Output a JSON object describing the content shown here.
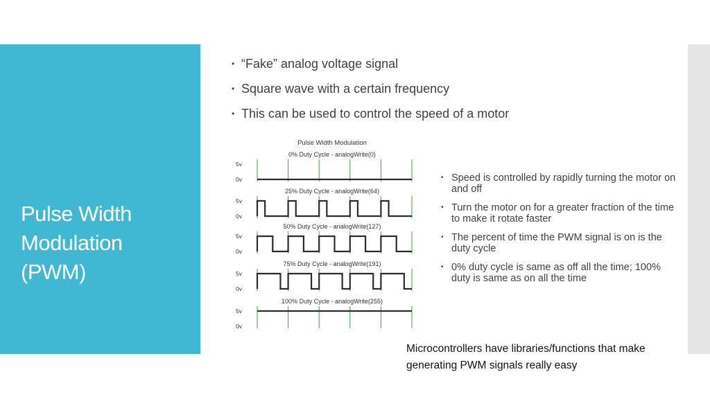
{
  "slide": {
    "title_lines": [
      "Pulse Width",
      "Modulation",
      "(PWM)"
    ],
    "bullets_top": [
      "“Fake” analog voltage signal",
      "Square wave with a certain frequency",
      "This can be used to control the speed of a motor"
    ],
    "bullets_right": [
      "Speed is controlled by rapidly turning the motor on and off",
      "Turn the motor on for a greater fraction of the time to make it rotate faster",
      "The percent of time the PWM signal is on is the duty cycle",
      "0% duty cycle is same as off all the time; 100% duty is same as on all the time"
    ],
    "footnote": "Microcontrollers have libraries/functions that make generating PWM signals really easy",
    "bullet_glyph": "•"
  },
  "colors": {
    "teal": "#40b8d3",
    "gray_strip": "#e5e5e5",
    "signal": "#2b2b2b",
    "period_marker": "#3aa53a"
  },
  "figure": {
    "title": "Pulse Width Modulation",
    "high_label": "5v",
    "low_label": "0v",
    "panels": [
      {
        "label": "0% Duty Cycle - analogWrite(0)",
        "duty": 0.0
      },
      {
        "label": "25% Duty Cycle - analogWrite(64)",
        "duty": 0.25
      },
      {
        "label": "50% Duty Cycle - analogWrite(127)",
        "duty": 0.5
      },
      {
        "label": "75% Duty Cycle - analogWrite(191)",
        "duty": 0.75
      },
      {
        "label": "100% Duty Cycle - analogWrite(255)",
        "duty": 1.0
      }
    ]
  }
}
